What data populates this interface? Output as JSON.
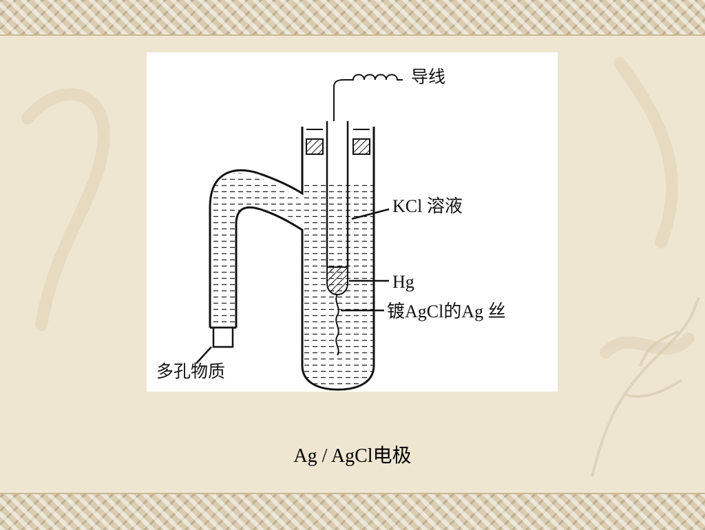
{
  "diagram": {
    "labels": {
      "wire": "导线",
      "kcl_solution": "KCl 溶液",
      "hg": "Hg",
      "ag_wire": "镀AgCl的Ag 丝",
      "porous": "多孔物质"
    }
  },
  "caption": "Ag / AgCl电极",
  "colors": {
    "background": "#efe6d2",
    "border": "#d9ccb0",
    "figure_bg": "#ffffff",
    "ink": "#111111"
  }
}
